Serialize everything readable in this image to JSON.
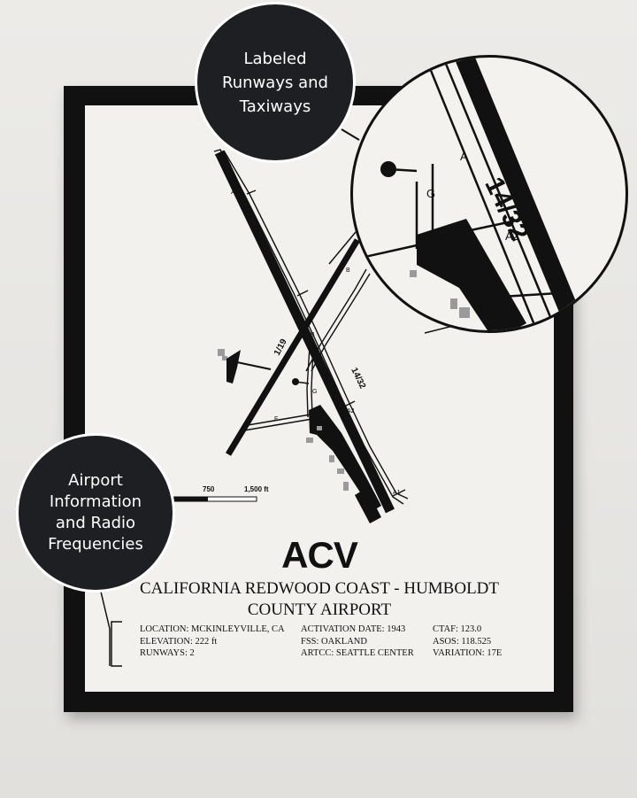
{
  "airport": {
    "code": "ACV",
    "name_line1": "CALIFORNIA REDWOOD COAST - HUMBOLDT",
    "name_line2": "COUNTY AIRPORT"
  },
  "info": {
    "col1": [
      "LOCATION: MCKINLEYVILLE, CA",
      "ELEVATION: 222 ft",
      "RUNWAYS: 2"
    ],
    "col2": [
      "ACTIVATION DATE: 1943",
      "FSS: OAKLAND",
      "ARTCC: SEATTLE CENTER"
    ],
    "col3": [
      "CTAF: 123.0",
      "ASOS: 118.525",
      "VARIATION: 17E"
    ]
  },
  "scale": {
    "mid": "750",
    "end": "1,500 ft"
  },
  "runways": {
    "rw_1": "1/19",
    "rw_2": "14/32"
  },
  "taxiways": {
    "a": "A",
    "a1": "A1",
    "a2": "A2",
    "a3": "A3",
    "a4": "A4",
    "b": "B",
    "f": "F",
    "g": "G"
  },
  "callouts": {
    "top": [
      "Labeled",
      "Runways and",
      "Taxiways"
    ],
    "left": [
      "Airport",
      "Information",
      "and Radio",
      "Frequencies"
    ]
  },
  "zoom": {
    "runway": "14/32",
    "taxiway_a": "A",
    "taxiway_g": "G",
    "taxiway_a2": "A2"
  },
  "colors": {
    "ink": "#111111",
    "paper": "#f2f1ee",
    "bubble": "#1e1f22",
    "frame": "#111111"
  }
}
